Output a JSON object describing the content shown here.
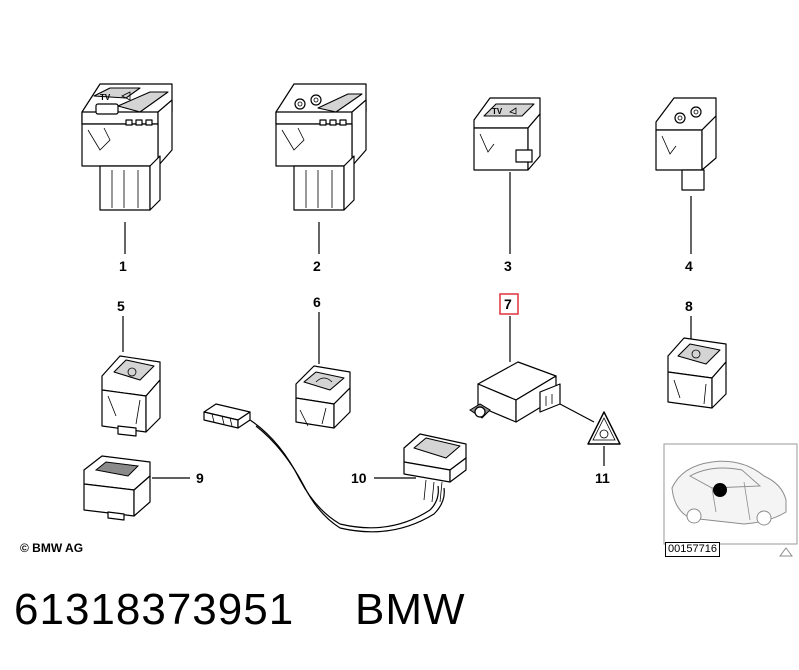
{
  "callouts": {
    "c1": "1",
    "c2": "2",
    "c3": "3",
    "c4": "4",
    "c5": "5",
    "c6": "6",
    "c7": "7",
    "c8": "8",
    "c9": "9",
    "c10": "10",
    "c11": "11"
  },
  "switch_labels": {
    "tv": "TV"
  },
  "copyright": "© BMW AG",
  "drawing_id": "00157716",
  "part_number": "61318373951",
  "brand": "BMW",
  "colors": {
    "highlight": "#e0404a",
    "line": "#000000",
    "background": "#ffffff"
  }
}
